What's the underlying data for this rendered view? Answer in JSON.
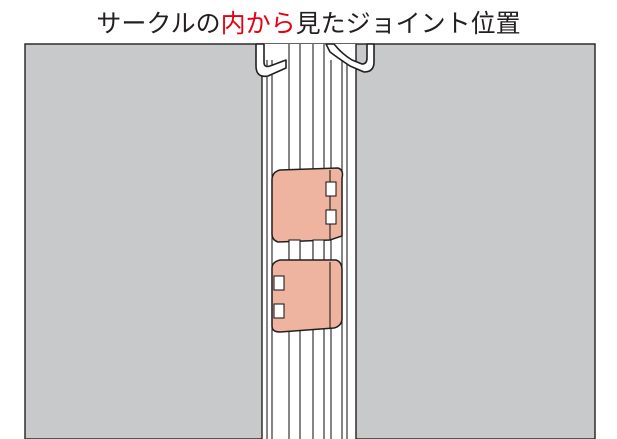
{
  "title": {
    "before": "サークルの",
    "highlight": "内から",
    "after": "見たジョイント位置"
  },
  "colors": {
    "highlight_text": "#e60012",
    "panel": "#c8c9ca",
    "pole": "#ffffff",
    "joint": "#efb4a0",
    "outline": "#231f20"
  }
}
